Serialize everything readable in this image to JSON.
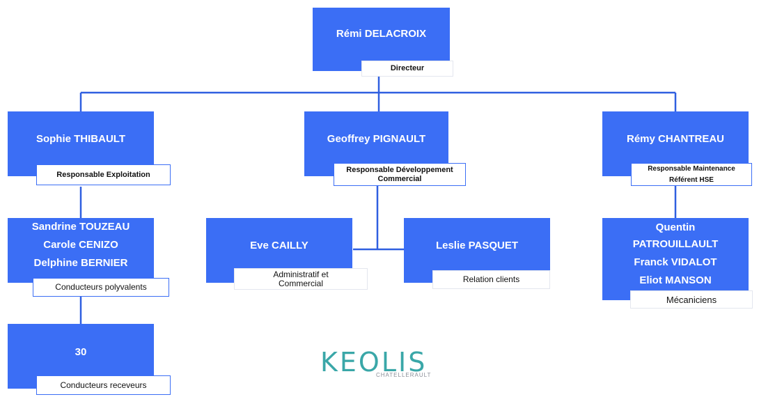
{
  "colors": {
    "box": "#3b6ef5",
    "line": "#2f5fe0",
    "logo": "#3aa7a8"
  },
  "director": {
    "name": "Rémi DELACROIX",
    "role": "Directeur"
  },
  "managers": [
    {
      "name": "Sophie THIBAULT",
      "role": "Responsable Exploitation"
    },
    {
      "name": "Geoffrey PIGNAULT",
      "role": "Responsable Développement Commercial"
    },
    {
      "name": "Rémy CHANTREAU",
      "role_line1": "Responsable Maintenance",
      "role_line2": "Référent HSE"
    }
  ],
  "drivers": {
    "names": [
      "Sandrine TOUZEAU",
      "Carole CENIZO",
      "Delphine BERNIER"
    ],
    "role": "Conducteurs polyvalents"
  },
  "receivers": {
    "count": "30",
    "role": "Conducteurs receveurs"
  },
  "sales": [
    {
      "name": "Eve CAILLY",
      "role_line1": "Administratif et",
      "role_line2": "Commercial"
    },
    {
      "name": "Leslie PASQUET",
      "role": "Relation clients"
    }
  ],
  "mechanics": {
    "names": [
      "Quentin",
      "PATROUILLAULT",
      "Franck VIDALOT",
      "Eliot MANSON"
    ],
    "role": "Mécaniciens"
  },
  "logo": {
    "word": "KEOLIS",
    "sub": "CHATELLERAULT"
  }
}
